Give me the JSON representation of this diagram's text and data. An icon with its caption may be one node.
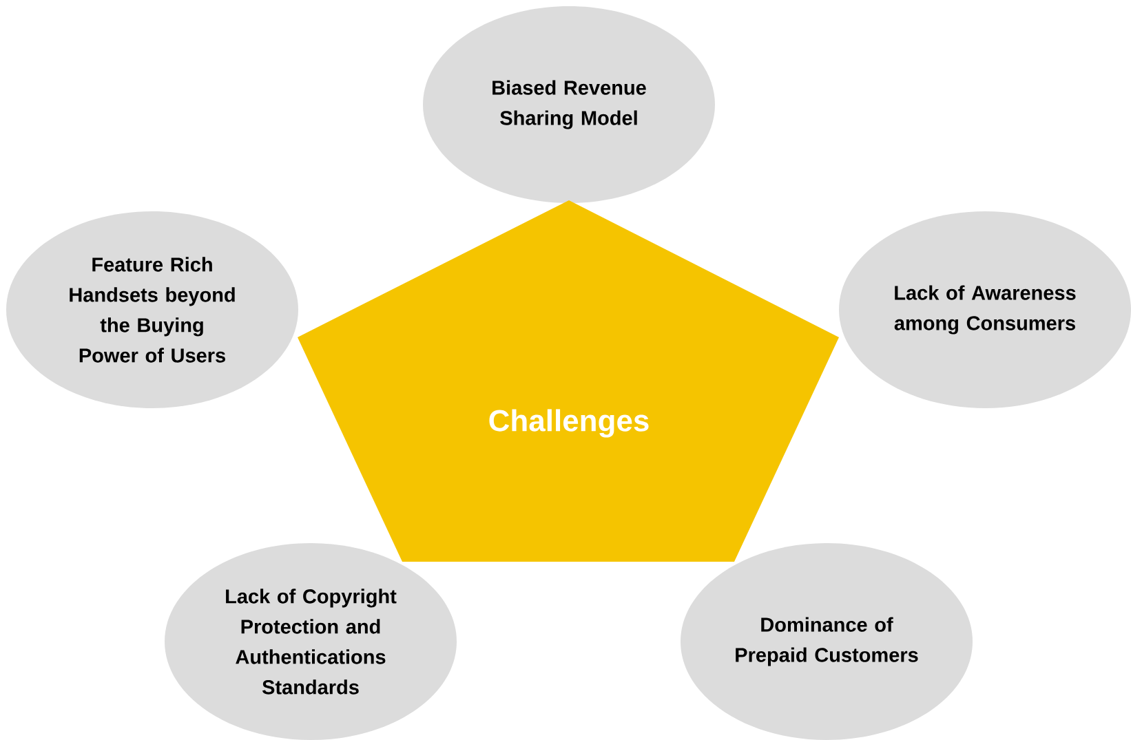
{
  "diagram": {
    "nodes": [
      {
        "text": [
          "Biased Revenue Sharing Model"
        ]
      },
      {
        "text": [
          "Feature Rich Handsets beyond the Buying Power of Users"
        ]
      },
      {
        "text": [
          "Lack of Awareness among Consumers"
        ]
      },
      {
        "text": [
          "Challenges"
        ]
      },
      {
        "text": [
          "Lack of Copyright Protection and Authentications Standards"
        ]
      },
      {
        "text": [
          "Dominance of Prepaid Customers"
        ]
      }
    ]
  }
}
